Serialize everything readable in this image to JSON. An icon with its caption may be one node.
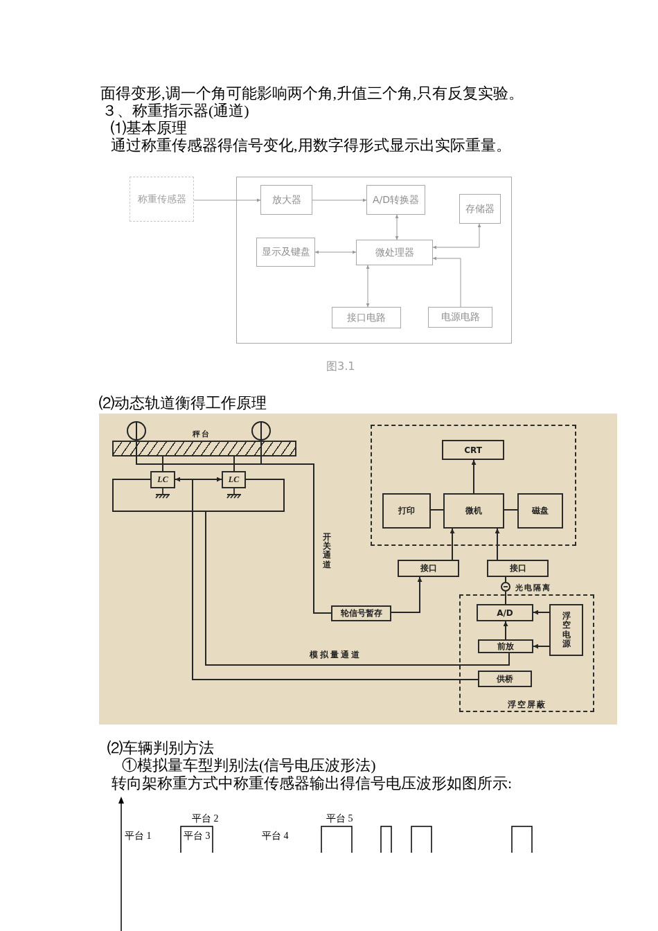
{
  "diagram": {
    "caption": "图3.1",
    "nodes": [
      {
        "text": [
          "称重传感器"
        ]
      },
      {
        "text": [],
        "shape": "box"
      },
      {
        "text": [
          "放大器"
        ],
        "in": 1
      },
      {
        "text": [
          "A/D转换器"
        ],
        "in": 1
      },
      {
        "text": [
          "存储器"
        ],
        "in": 1
      },
      {
        "text": [
          "显示及键盘"
        ],
        "in": 1
      },
      {
        "text": [
          "微处理器"
        ],
        "in": 1
      },
      {
        "text": [
          "接口电路"
        ],
        "in": 1
      },
      {
        "text": [
          "电源电路"
        ],
        "in": 1
      },
      {
        "text": [],
        "shape": "circle"
      },
      {
        "text": [],
        "shape": "circle"
      },
      {
        "text": [
          "秤台"
        ]
      },
      {
        "text": [
          "LC"
        ]
      },
      {
        "text": [
          "LC"
        ]
      },
      {
        "text": [],
        "shape": "box"
      },
      {
        "text": [
          "CRT"
        ],
        "in": 14
      },
      {
        "text": [
          "打印"
        ],
        "in": 14
      },
      {
        "text": [
          "微机"
        ],
        "in": 14
      },
      {
        "text": [
          "磁盘"
        ],
        "in": 14
      },
      {
        "text": [
          "接口"
        ]
      },
      {
        "text": [
          "接口"
        ]
      },
      {
        "text": [],
        "shape": "circle",
        "beside": [
          "光电隔离"
        ]
      },
      {
        "text": [
          "轮信号暂存"
        ]
      },
      {
        "text": [
          "浮空屏蔽"
        ]
      },
      {
        "text": [
          "A/D"
        ],
        "in": 23
      },
      {
        "text": [
          "浮空电源"
        ],
        "in": 23
      },
      {
        "text": [
          "前放"
        ],
        "in": 23
      },
      {
        "text": [
          "供桥"
        ],
        "in": 23
      }
    ],
    "edges": [
      {
        "from": 0,
        "to": 2,
        "arrow": "to",
        "color": "#999999"
      },
      {
        "from": 2,
        "to": 3,
        "arrow": "to",
        "color": "#999999"
      },
      {
        "from": 3,
        "to": 6,
        "arrow": "both",
        "color": "#999999"
      },
      {
        "from": 6,
        "to": 5,
        "arrow": "both",
        "color": "#999999"
      },
      {
        "from": 6,
        "to": 4,
        "arrow": "both",
        "color": "#999999"
      },
      {
        "from": 8,
        "to": 6,
        "arrow": "to",
        "color": "#999999"
      },
      {
        "from": 6,
        "to": 7,
        "arrow": "both",
        "color": "#999999"
      },
      {
        "from": 11,
        "to": 12,
        "arrow": "none"
      },
      {
        "from": 11,
        "to": 13,
        "arrow": "none"
      },
      {
        "from": 9,
        "to": 22,
        "arrow": "none"
      },
      {
        "from": 10,
        "to": 22,
        "arrow": "none",
        "label": "开关通道"
      },
      {
        "from": 27,
        "to": 12,
        "arrow": "to"
      },
      {
        "from": 27,
        "to": 13,
        "arrow": "to"
      },
      {
        "from": 12,
        "to": 26,
        "arrow": "none",
        "label": "模拟量通道"
      },
      {
        "from": 13,
        "to": 26,
        "arrow": "none"
      },
      {
        "from": 17,
        "to": 15,
        "arrow": "to"
      },
      {
        "from": 17,
        "to": 16,
        "arrow": "none"
      },
      {
        "from": 17,
        "to": 18,
        "arrow": "none"
      },
      {
        "from": 19,
        "to": 17,
        "arrow": "to"
      },
      {
        "from": 20,
        "to": 17,
        "arrow": "to"
      },
      {
        "from": 22,
        "to": 19,
        "arrow": "to"
      },
      {
        "from": 21,
        "to": 20,
        "arrow": "none"
      },
      {
        "from": 24,
        "to": 21,
        "arrow": "none"
      },
      {
        "from": 26,
        "to": 24,
        "arrow": "to"
      },
      {
        "from": 25,
        "to": 24,
        "arrow": "to"
      },
      {
        "from": 25,
        "to": 26,
        "arrow": "to"
      }
    ],
    "labels": [
      "面得变形,调一个角可能影响两个角,升值三个角,只有反复实验。",
      "３、称重指示器(通道)",
      "⑴基本原理",
      "通过称重传感器得信号变化,用数字得形式显示出实际重量。",
      "⑵动态轨道衡得工作原理",
      "⑵车辆判别方法",
      "①模拟量车型判别法(信号电压波形法)",
      "转向架称重方式中称重传感器输出得信号电压波形如图所示:",
      "平台 2",
      "平台 5",
      "平台 1",
      "平台 3",
      "平台 4"
    ]
  }
}
